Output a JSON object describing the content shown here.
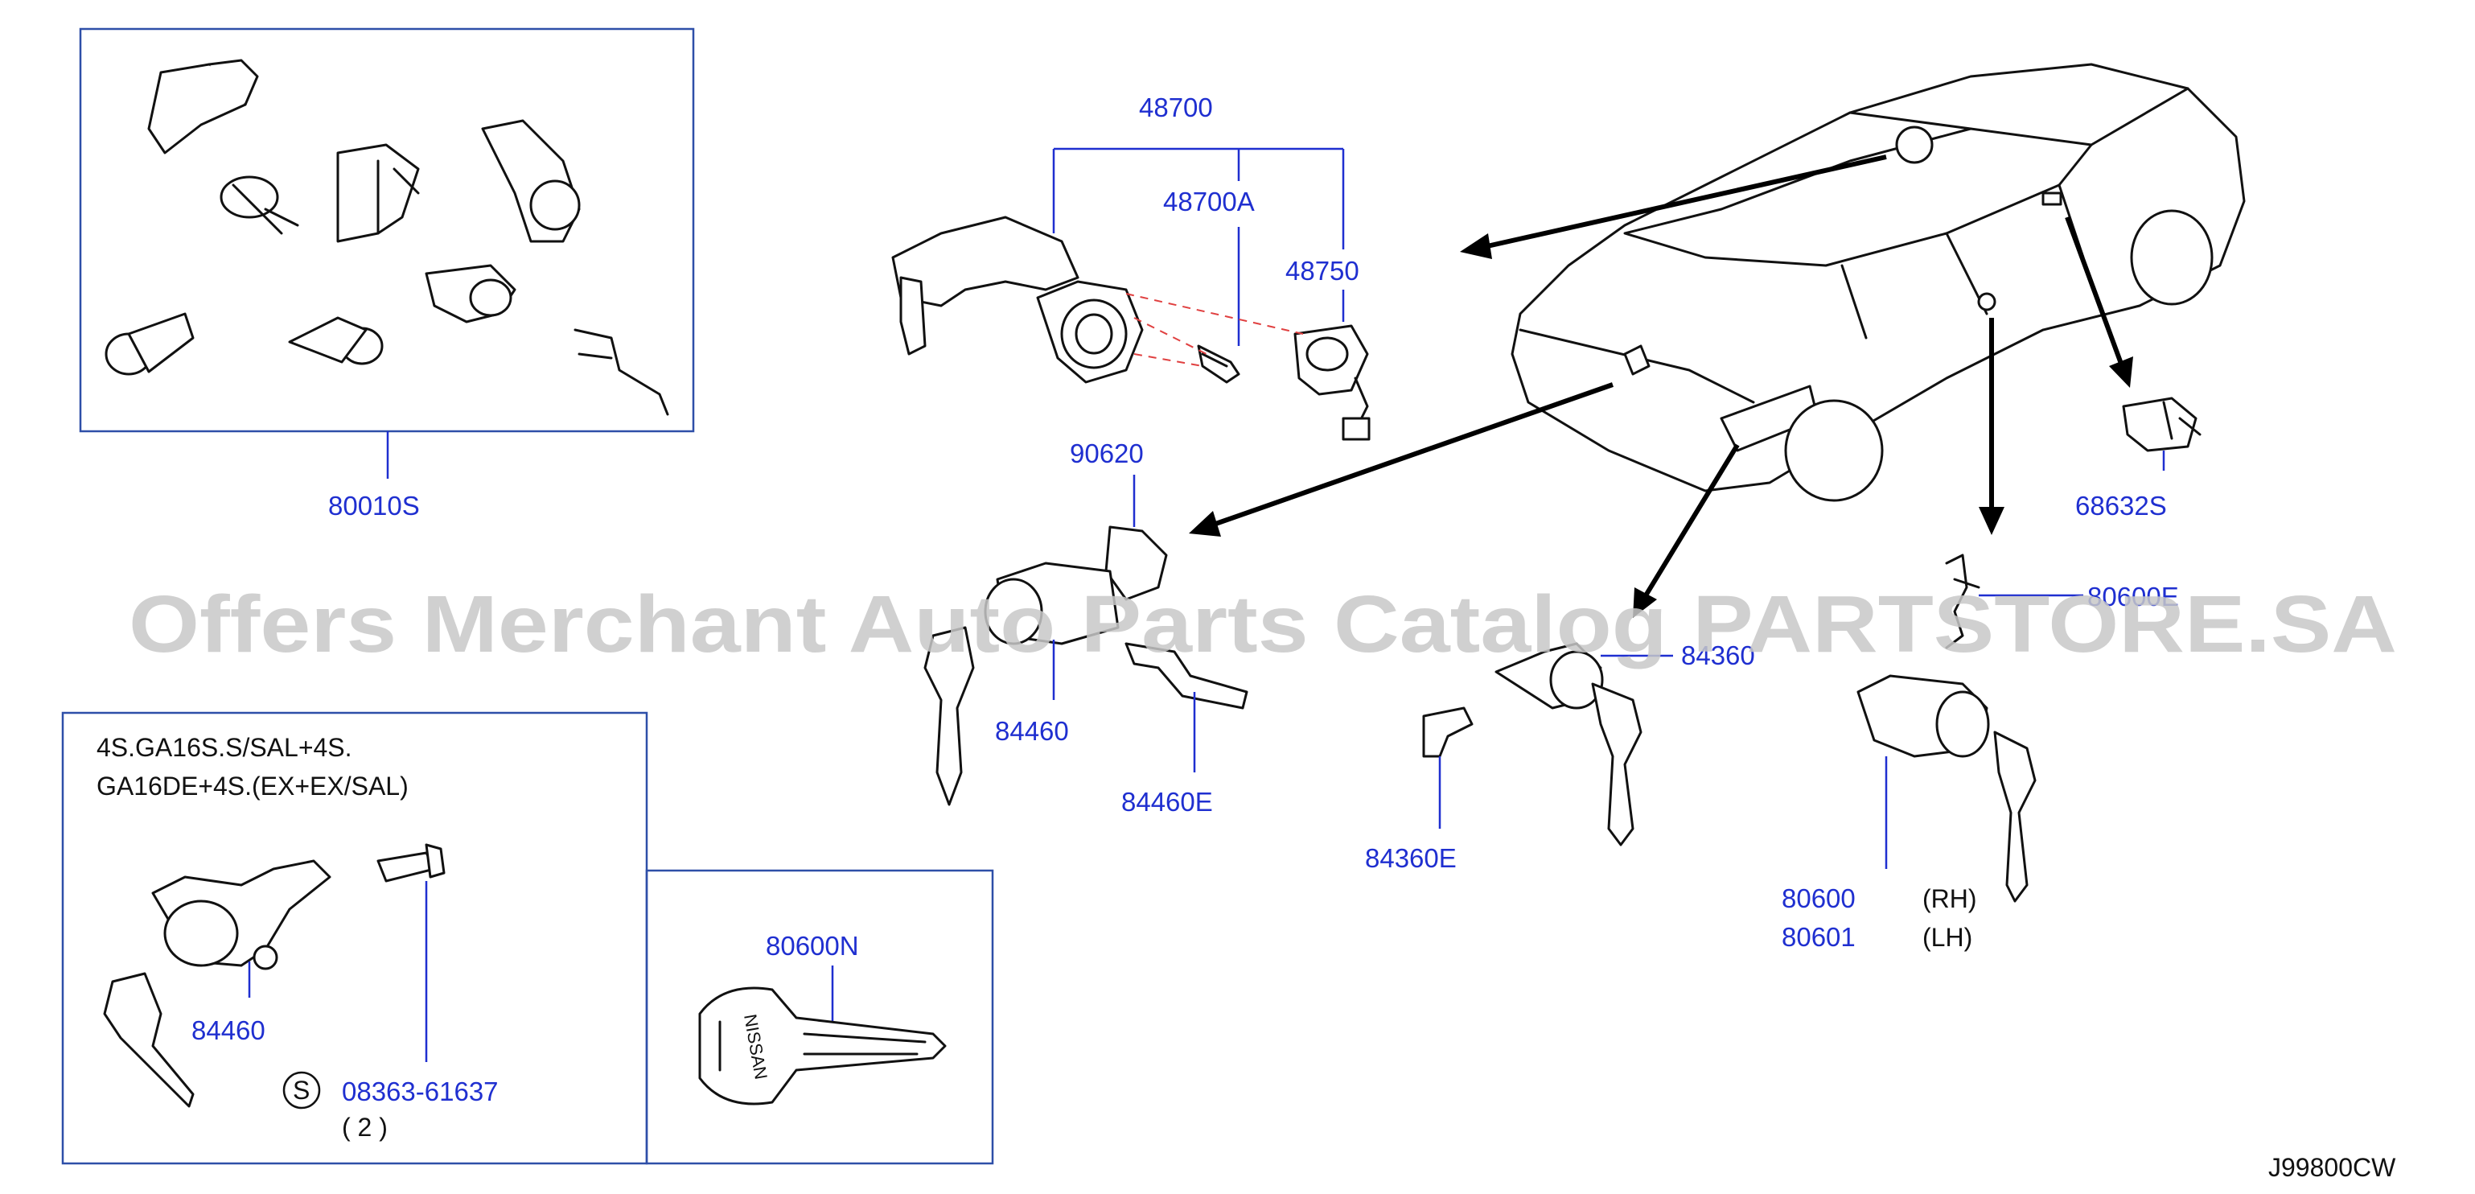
{
  "labels": {
    "p80010s": "80010S",
    "p48700": "48700",
    "p48700a": "48700A",
    "p48750": "48750",
    "p90620": "90620",
    "p84460": "84460",
    "p84460e": "84460E",
    "p84360": "84360",
    "p84360e": "84360E",
    "p68632s": "68632S",
    "p80600e": "80600E",
    "p80600": "80600",
    "p80601": "80601",
    "rh": "(RH)",
    "lh": "(LH)",
    "note_line1": "4S.GA16S.S/SAL+4S.",
    "note_line2": "GA16DE+4S.(EX+EX/SAL)",
    "p84460_inset": "84460",
    "p08363": "08363-61637",
    "s_marker": "S",
    "qty": "( 2 )",
    "p80600n": "80600N",
    "key_text": "NISSAN",
    "diagram_code": "J99800CW"
  },
  "watermark": "Offers Merchant Auto Parts Catalog PARTSTORE.SA",
  "colors": {
    "label": "#1f2fd0",
    "box": "#2e4fa8",
    "watermark": "#c8c8c8",
    "line_art": "#111111",
    "dashed": "#e04040"
  }
}
